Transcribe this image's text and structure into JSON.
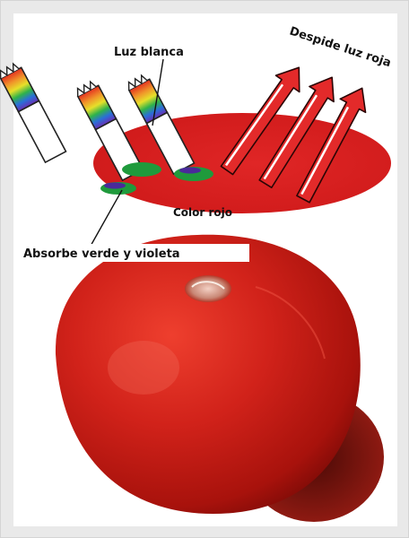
{
  "labels": {
    "white_light": "Luz blanca",
    "emits_red": "Despide luz roja",
    "red_color": "Color rojo",
    "absorbs": "Absorbe verde y violeta"
  },
  "colors": {
    "disc_red": "#d91e1e",
    "arrow_red": "#e32a2a",
    "absorbed_green": "#1f9a3c",
    "absorbed_violet": "#4a2a9a",
    "tomato_red": "#c41a12",
    "background": "#e9e9e9",
    "panel": "#ffffff"
  },
  "icons": {
    "light_beams": "spectrum-tube-icon",
    "reflected_light": "red-arrow-icon",
    "object": "tomato-photo"
  }
}
